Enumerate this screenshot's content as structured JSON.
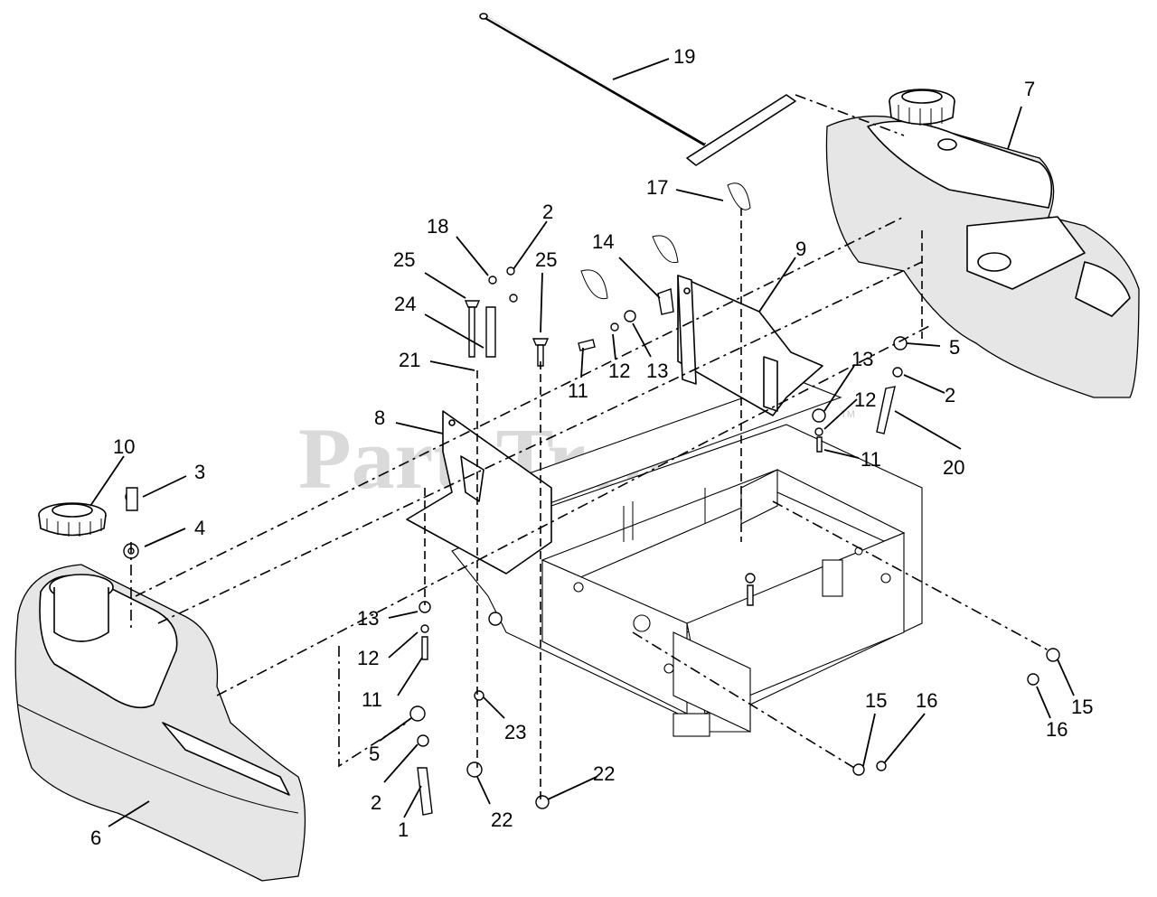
{
  "watermark": {
    "text": "PartsTree",
    "trademark": "TM"
  },
  "callouts": [
    {
      "id": "c19",
      "label": "19"
    },
    {
      "id": "c7",
      "label": "7"
    },
    {
      "id": "c17",
      "label": "17"
    },
    {
      "id": "c2a",
      "label": "2"
    },
    {
      "id": "c18",
      "label": "18"
    },
    {
      "id": "c14",
      "label": "14"
    },
    {
      "id": "c9",
      "label": "9"
    },
    {
      "id": "c25a",
      "label": "25"
    },
    {
      "id": "c25b",
      "label": "25"
    },
    {
      "id": "c24",
      "label": "24"
    },
    {
      "id": "c21",
      "label": "21"
    },
    {
      "id": "c11a",
      "label": "11"
    },
    {
      "id": "c12a",
      "label": "12"
    },
    {
      "id": "c13a",
      "label": "13"
    },
    {
      "id": "c5a",
      "label": "5"
    },
    {
      "id": "c13b",
      "label": "13"
    },
    {
      "id": "c2b",
      "label": "2"
    },
    {
      "id": "c12b",
      "label": "12"
    },
    {
      "id": "c11b",
      "label": "11"
    },
    {
      "id": "c20",
      "label": "20"
    },
    {
      "id": "c8",
      "label": "8"
    },
    {
      "id": "c10",
      "label": "10"
    },
    {
      "id": "c3",
      "label": "3"
    },
    {
      "id": "c4",
      "label": "4"
    },
    {
      "id": "c13c",
      "label": "13"
    },
    {
      "id": "c12c",
      "label": "12"
    },
    {
      "id": "c11c",
      "label": "11"
    },
    {
      "id": "c5b",
      "label": "5"
    },
    {
      "id": "c2c",
      "label": "2"
    },
    {
      "id": "c1",
      "label": "1"
    },
    {
      "id": "c6",
      "label": "6"
    },
    {
      "id": "c23",
      "label": "23"
    },
    {
      "id": "c22a",
      "label": "22"
    },
    {
      "id": "c22b",
      "label": "22"
    },
    {
      "id": "c15a",
      "label": "15"
    },
    {
      "id": "c16a",
      "label": "16"
    },
    {
      "id": "c15b",
      "label": "15"
    },
    {
      "id": "c16b",
      "label": "16"
    }
  ]
}
